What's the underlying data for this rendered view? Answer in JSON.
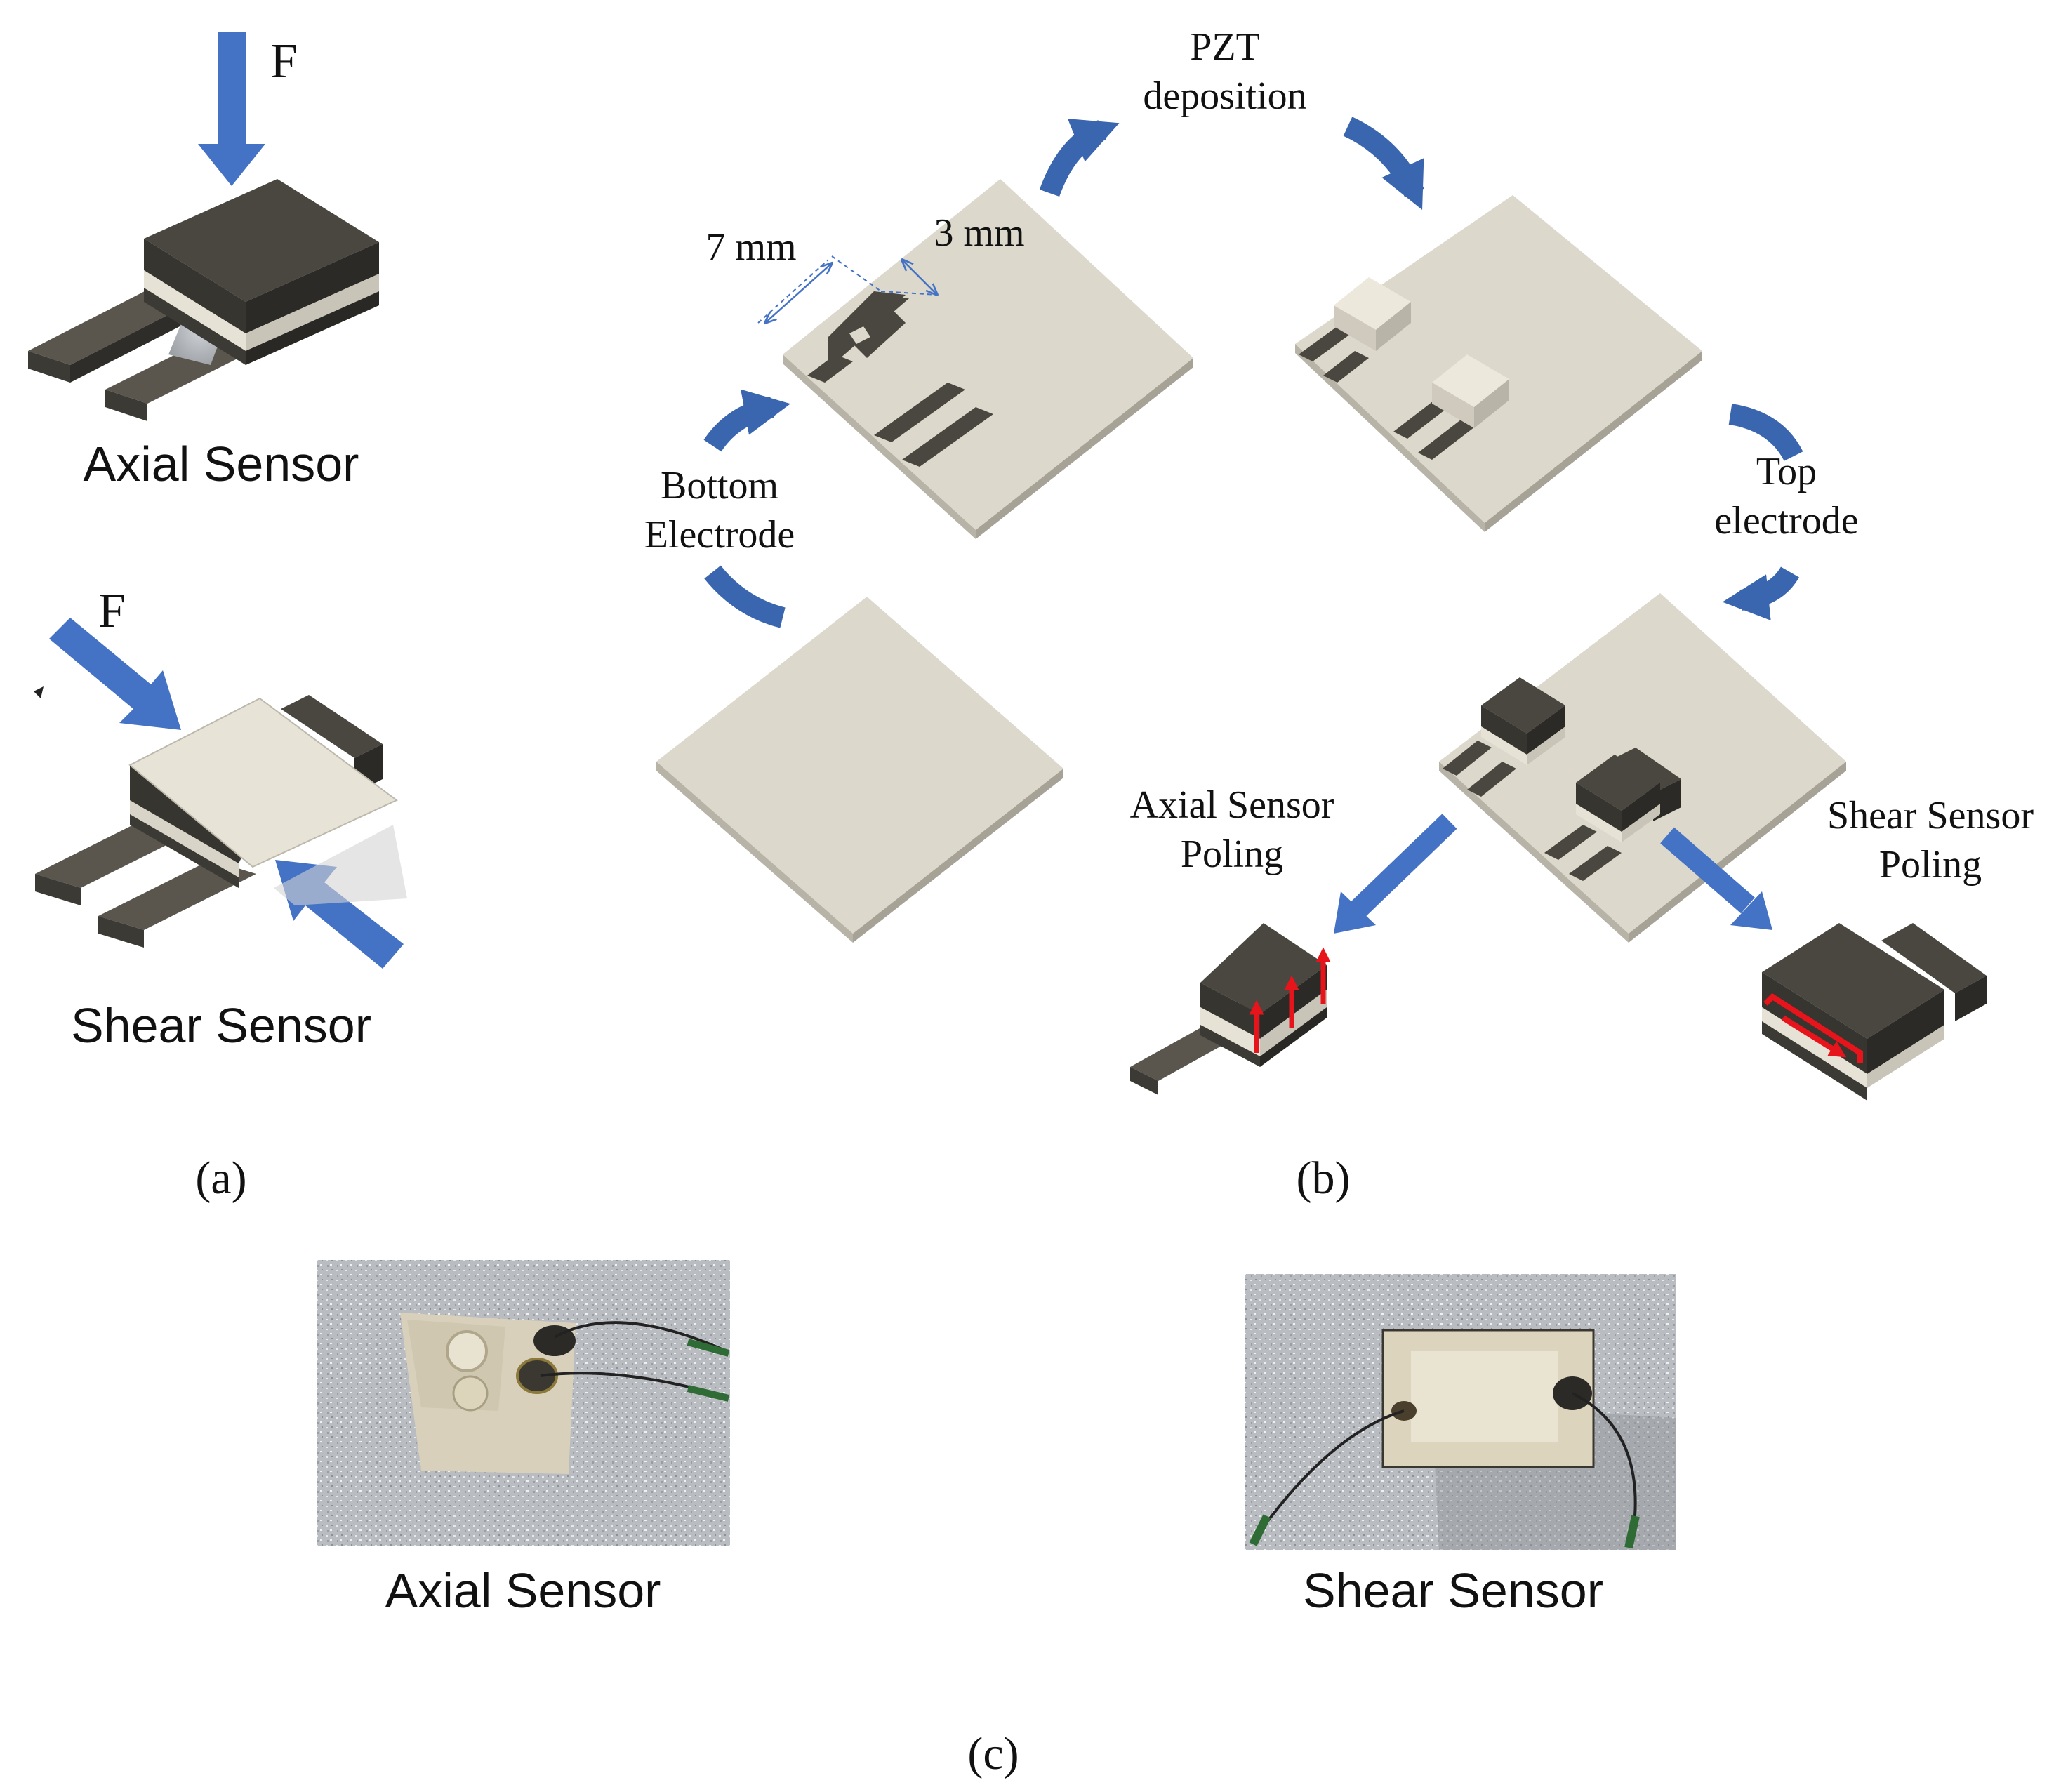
{
  "panel_a": {
    "force_label_axial": "F",
    "axial_caption": "Axial Sensor",
    "force_label_shear": "F",
    "shear_caption": "Shear Sensor",
    "panel_label": "(a)"
  },
  "panel_b": {
    "step_pzt_line1": "PZT",
    "step_pzt_line2": "deposition",
    "dim_7": "7 mm",
    "dim_3": "3 mm",
    "step_bottom_line1": "Bottom",
    "step_bottom_line2": "Electrode",
    "step_top_line1": "Top",
    "step_top_line2": "electrode",
    "axial_poling_line1": "Axial Sensor",
    "axial_poling_line2": "Poling",
    "shear_poling_line1": "Shear Sensor",
    "shear_poling_line2": "Poling",
    "panel_label": "(b)"
  },
  "panel_c": {
    "axial_caption": "Axial Sensor",
    "shear_caption": "Shear Sensor",
    "panel_label": "(c)"
  },
  "colors": {
    "arrow_blue": "#4472c4",
    "curved_arrow_blue": "#3a66b0",
    "electrode_dark": "#4a4740",
    "substrate": "#ddd8cc",
    "pzt_light": "#ece8dc",
    "poling_red": "#e8141b"
  }
}
